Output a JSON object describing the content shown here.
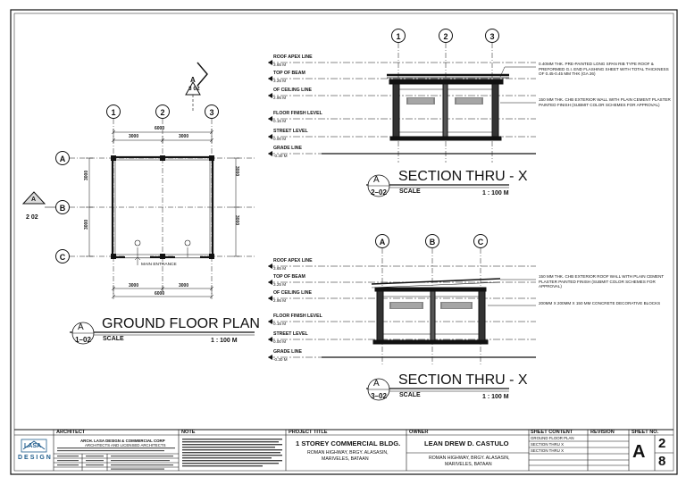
{
  "plan": {
    "title": "GROUND FLOOR PLAN",
    "dwg_no": "1–02",
    "scale_label": "SCALE",
    "scale_value": "1 : 100 M",
    "callout_letter": "A",
    "grid_numbers": [
      "1",
      "2",
      "3"
    ],
    "grid_letters": [
      "A",
      "B",
      "C"
    ],
    "dims_top": [
      "3000",
      "6000",
      "3000"
    ],
    "dims_bottom": [
      "3000",
      "6000",
      "3000"
    ],
    "dims_left": [
      "3000",
      "3000"
    ],
    "dims_right": [
      "3000",
      "3000"
    ],
    "main_entrance": "MAIN ENTRANCE",
    "section_marker_top": {
      "letter": "A",
      "sheet": "3 02"
    },
    "section_marker_left": {
      "letter": "A",
      "sheet": "2 02"
    }
  },
  "section1": {
    "title": "SECTION THRU - X",
    "dwg_no": "2–02",
    "scale_label": "SCALE",
    "scale_value": "1 : 100 M",
    "callout_letter": "A",
    "grid": [
      "1",
      "2",
      "3"
    ],
    "levels": [
      {
        "label": "ROOF APEX LINE",
        "value": "3.65 M"
      },
      {
        "label": "TOP OF BEAM",
        "value": "3.25 M"
      },
      {
        "label": "OF CEILING LINE",
        "value": "2.95 M"
      },
      {
        "label": "FLOOR FINISH LEVEL",
        "value": "0.15 M"
      },
      {
        "label": "STREET LEVEL",
        "value": "0.00 M"
      },
      {
        "label": "GRADE LINE",
        "value": "-0.30 M"
      }
    ],
    "notes": [
      "0.40MM THK. PRE-PAINTED LONG SPAN RIB TYPE ROOF & PREFORMED G.I. END FLASHING SHEET WITH TOTAL THICKNESS OF 0.45-0.45 MM THK (GA 26)",
      "150 MM THK. CHB EXTERIOR WALL WITH PLAIN CEMENT PLASTER PAINTED FINISH (SUBMIT COLOR SCHEMES FOR APPROVAL)"
    ]
  },
  "section2": {
    "title": "SECTION THRU - X",
    "dwg_no": "3–02",
    "scale_label": "SCALE",
    "scale_value": "1 : 100 M",
    "callout_letter": "A",
    "grid": [
      "A",
      "B",
      "C"
    ],
    "levels": [
      {
        "label": "ROOF APEX LINE",
        "value": "3.65 M"
      },
      {
        "label": "TOP OF BEAM",
        "value": "3.25 M"
      },
      {
        "label": "OF CEILING LINE",
        "value": "2.95 M"
      },
      {
        "label": "FLOOR FINISH LEVEL",
        "value": "0.15 M"
      },
      {
        "label": "STREET LEVEL",
        "value": "0.00 M"
      },
      {
        "label": "GRADE LINE",
        "value": "-0.30 M"
      }
    ],
    "notes": [
      "150 MM THK. CHB EXTERIOR ROOF WALL WITH PLAIN CEMENT PLASTER PAINTED FINISH (SUBMIT COLOR SCHEMES FOR APPROVAL)",
      "200MM X 200MM X 150 MM CONCRETE DECORATIVE BLOCKS"
    ]
  },
  "title_block": {
    "logo_top": "LASA",
    "logo_bottom": "DESIGN",
    "architect_header": "ARCHITECT",
    "architect_name": "ARCH. LASA DESIGN & COMMERCIAL CORP",
    "architect_sub": "ARCHITECTS AND LICENSED ARCHITECTS",
    "note_header": "NOTE",
    "project_title_header": "PROJECT TITLE",
    "project_title": "1 STOREY COMMERCIAL BLDG.",
    "project_address_1": "ROMAN HIGHWAY, BRGY. ALASASIN,",
    "project_address_2": "MARIVELES, BATAAN",
    "owner_header": "OWNER",
    "owner_name": "LEAN DREW D. CASTULO",
    "owner_address_1": "ROMAN HIGHWAY, BRGY. ALASASIN,",
    "owner_address_2": "MARIVELES, BATAAN",
    "sheet_content_header": "SHEET CONTENT",
    "sheet_contents": [
      "GROUND FLOOR PLAN",
      "SECTION THRU X",
      "SECTION THRU X"
    ],
    "revision_header": "REVISION",
    "sheet_no_header": "SHEET NO.",
    "sheet_letter": "A",
    "sheet_number": "2",
    "sheet_total": "8"
  }
}
